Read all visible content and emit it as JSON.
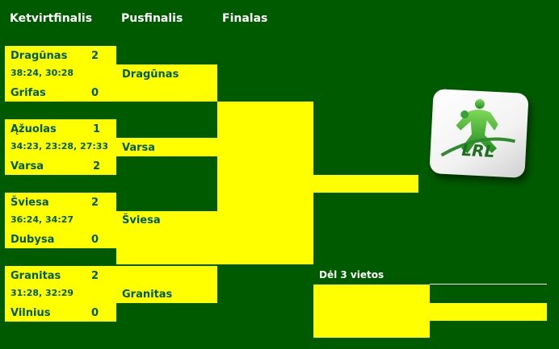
{
  "headers": {
    "quarterfinals": "Ketvirtfinalis",
    "semifinals": "Pusfinalis",
    "final": "Finalas"
  },
  "quarterfinals": [
    {
      "team1": "Dragūnas",
      "score1": "2",
      "results": "38:24, 30:28",
      "team2": "Grifas",
      "score2": "0"
    },
    {
      "team1": "Ąžuolas",
      "score1": "1",
      "results": "34:23, 23:28, 27:33",
      "team2": "Varsa",
      "score2": "2"
    },
    {
      "team1": "Šviesa",
      "score1": "2",
      "results": "36:24, 34:27",
      "team2": "Dubysa",
      "score2": "0"
    },
    {
      "team1": "Granitas",
      "score1": "2",
      "results": "31:28, 32:29",
      "team2": "Vilnius",
      "score2": "0"
    }
  ],
  "semifinals": [
    "Dragūnas",
    "Varsa",
    "Šviesa",
    "Granitas"
  ],
  "bronze": {
    "label": "Dėl 3 vietos"
  },
  "logo": {
    "text": "LRL",
    "icon": "handball-player-icon"
  },
  "colors": {
    "background": "#005a00",
    "bracket": "#ffff00",
    "text": "#005a3c",
    "header": "#ffffff"
  }
}
